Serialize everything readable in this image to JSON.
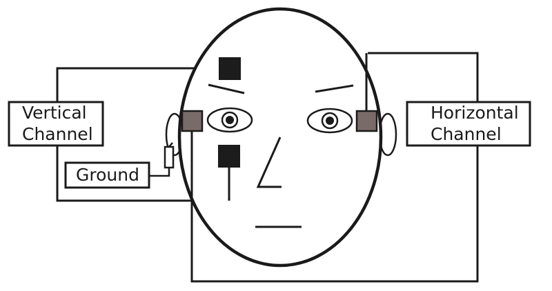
{
  "labels": {
    "vertical_line1": "Vertical",
    "vertical_line2": "Channel",
    "horizontal_line1": "Horizontal",
    "horizontal_line2": "Channel",
    "ground": "Ground"
  },
  "electrodes": {
    "vertical_color": "#1c1c1c",
    "horizontal_color": "#7a6b6b"
  },
  "colors": {
    "line": "#1a1a1a",
    "background": "#ffffff"
  }
}
